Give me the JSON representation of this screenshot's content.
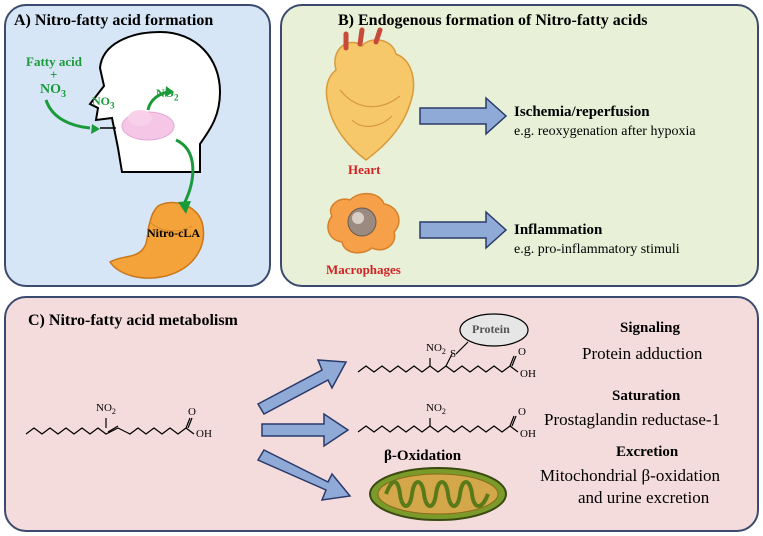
{
  "panel_a": {
    "title": "A) Nitro-fatty acid formation",
    "input_line1": "Fatty acid",
    "input_plus": "+",
    "input_no3": "NO",
    "input_no3_sub": "3",
    "mouth_no3": "NO",
    "mouth_no3_sub": "3",
    "mouth_no2": "NO",
    "mouth_no2_sub": "2",
    "product": "Nitro-cLA"
  },
  "panel_b": {
    "title": "B) Endogenous formation of Nitro-fatty acids",
    "heart_label": "Heart",
    "heart_outcome": "Ischemia/reperfusion",
    "heart_example": "e.g. reoxygenation after hypoxia",
    "macrophage_label": "Macrophages",
    "macrophage_outcome": "Inflammation",
    "macrophage_example": "e.g. pro-inflammatory stimuli"
  },
  "panel_c": {
    "title": "C) Nitro-fatty acid metabolism",
    "nitro_group": "NO",
    "nitro_sub": "2",
    "carbonyl_o": "O",
    "hydroxyl": "OH",
    "protein_label": "Protein",
    "sulfur": "S",
    "beta_oxidation": "β-Oxidation",
    "pathways": [
      {
        "heading": "Signaling",
        "desc1": "Protein adduction",
        "desc2": ""
      },
      {
        "heading": "Saturation",
        "desc1": "Prostaglandin reductase-1",
        "desc2": ""
      },
      {
        "heading": "Excretion",
        "desc1": "Mitochondrial β-oxidation",
        "desc2": "and urine excretion"
      }
    ]
  },
  "colors": {
    "panel_a_bg": "#d6e6f6",
    "panel_b_bg": "#e8f0d8",
    "panel_c_bg": "#f4dcdc",
    "border": "#3b4a6e",
    "green_arrow": "#1a9a3a",
    "blue_arrow": "#8faad6",
    "label_red": "#d32222"
  }
}
